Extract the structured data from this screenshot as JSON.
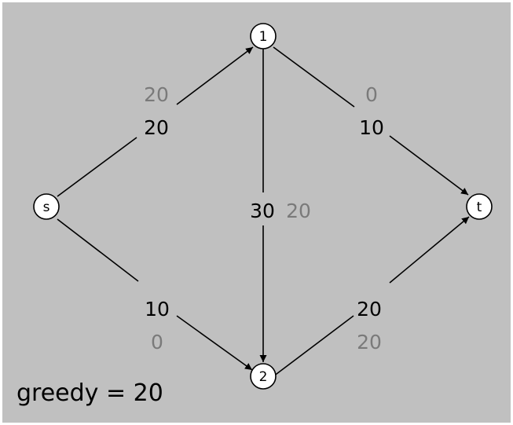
{
  "nodes": {
    "s": {
      "label": "s"
    },
    "n1": {
      "label": "1"
    },
    "n2": {
      "label": "2"
    },
    "t": {
      "label": "t"
    }
  },
  "edges": {
    "s_1": {
      "capacity": "20",
      "flow": "20"
    },
    "s_2": {
      "capacity": "10",
      "flow": "0"
    },
    "1_t": {
      "capacity": "10",
      "flow": "0"
    },
    "1_2": {
      "capacity": "30",
      "flow": "20"
    },
    "2_t": {
      "capacity": "20",
      "flow": "20"
    }
  },
  "footer": {
    "text": "greedy = 20"
  }
}
